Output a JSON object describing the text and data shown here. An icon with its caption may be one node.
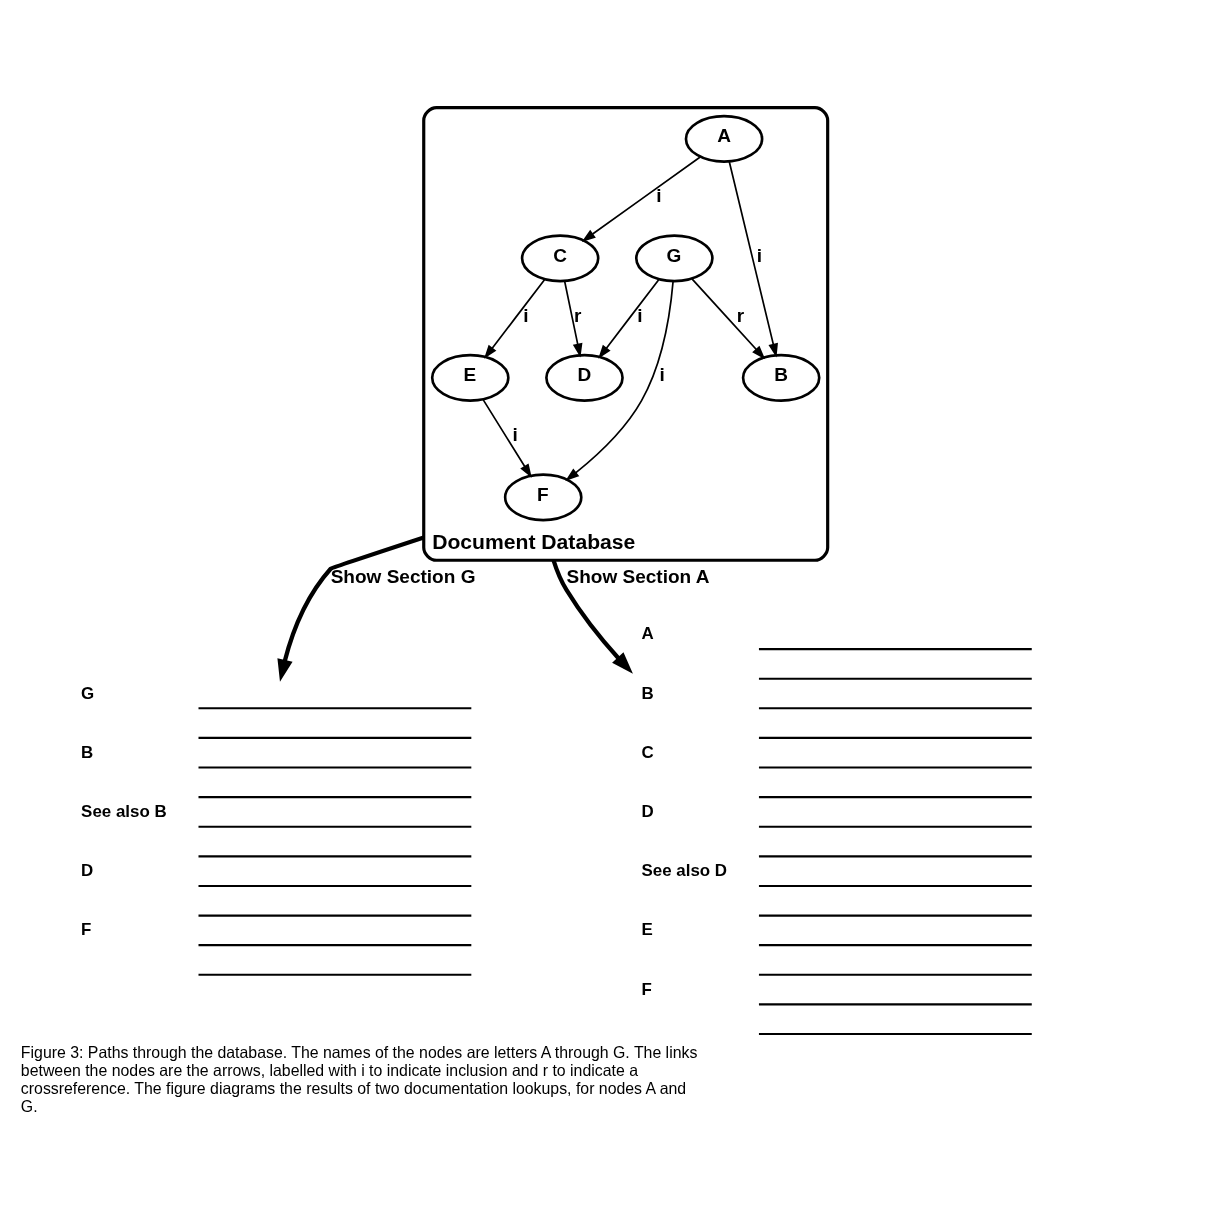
{
  "diagram": {
    "caption": "Figure 3: Paths through the database. The names of the nodes are letters A through G. The links between the nodes are the arrows, labelled with i to indicate inclusion and r to indicate a crossreference. The figure diagrams the results of two documentation lookups, for nodes A and G.",
    "nodes": [
      {
        "text": [
          "Document Database"
        ]
      },
      {
        "text": [
          "A"
        ],
        "in": 0
      },
      {
        "text": [
          "B"
        ],
        "in": 0
      },
      {
        "text": [
          "C"
        ],
        "in": 0
      },
      {
        "text": [
          "D"
        ],
        "in": 0
      },
      {
        "text": [
          "E"
        ],
        "in": 0
      },
      {
        "text": [
          "F"
        ],
        "in": 0
      },
      {
        "text": [
          "G"
        ],
        "in": 0
      },
      {
        "text": [
          "G",
          "B",
          "See also B",
          "D",
          "F"
        ]
      },
      {
        "text": [
          "A",
          "B",
          "C",
          "D",
          "See also D",
          "E",
          "F"
        ]
      }
    ],
    "edges": [
      {
        "from": 1,
        "to": 2,
        "arrow": "to",
        "label": "i"
      },
      {
        "from": 1,
        "to": 3,
        "arrow": "to",
        "label": "i"
      },
      {
        "from": 3,
        "to": 4,
        "arrow": "to",
        "label": "r"
      },
      {
        "from": 3,
        "to": 5,
        "arrow": "to",
        "label": "i"
      },
      {
        "from": 5,
        "to": 6,
        "arrow": "to",
        "label": "i"
      },
      {
        "from": 7,
        "to": 2,
        "arrow": "to",
        "label": "r"
      },
      {
        "from": 7,
        "to": 4,
        "arrow": "to",
        "label": "i"
      },
      {
        "from": 7,
        "to": 6,
        "arrow": "to",
        "label": "i"
      },
      {
        "from": 0,
        "to": 8,
        "arrow": "to",
        "label": "Show Section G",
        "style": "thick"
      },
      {
        "from": 0,
        "to": 9,
        "arrow": "to",
        "label": "Show Section A",
        "style": "thick"
      }
    ]
  }
}
